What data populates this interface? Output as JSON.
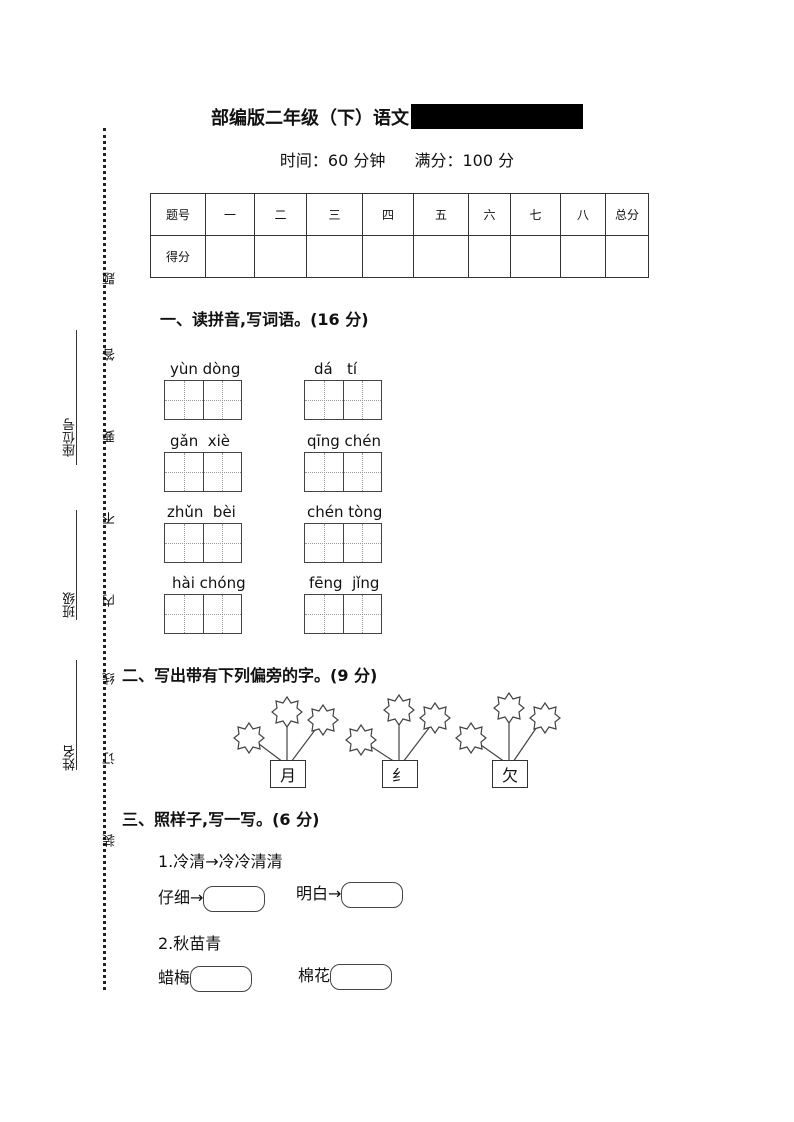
{
  "header": {
    "title": "部编版二年级（下）语文",
    "time": "时间：60 分钟",
    "full_score": "满分：100 分"
  },
  "score_table": {
    "row1": [
      "题号",
      "一",
      "二",
      "三",
      "四",
      "五",
      "六",
      "七",
      "八",
      "总分"
    ],
    "row2_label": "得分"
  },
  "binding_margin": {
    "seat_label": "座位号",
    "class_label": "班级",
    "name_label": "姓名",
    "warning_chars": [
      "题",
      "答",
      "要",
      "不",
      "内",
      "线",
      "订",
      "装"
    ]
  },
  "section1": {
    "title": "一、读拼音,写词语。(16 分)",
    "items": [
      {
        "pinyin": "yùn dòng"
      },
      {
        "pinyin": "dá   tí"
      },
      {
        "pinyin": "gǎn  xiè"
      },
      {
        "pinyin": "qīng chén"
      },
      {
        "pinyin": "zhǔn  bèi"
      },
      {
        "pinyin": "chén tòng"
      },
      {
        "pinyin": "hài chóng"
      },
      {
        "pinyin": "fēng  jǐng"
      }
    ]
  },
  "section2": {
    "title": "二、写出带有下列偏旁的字。(9 分)",
    "radicals": [
      "月",
      "纟",
      "欠"
    ]
  },
  "section3": {
    "title": "三、照样子,写一写。(6 分)",
    "example1": "1.冷清→冷冷清清",
    "q1a": "仔细→",
    "q1b": "明白→",
    "example2": "2.秋苗青",
    "q2a": "蜡梅",
    "q2b": "棉花"
  }
}
